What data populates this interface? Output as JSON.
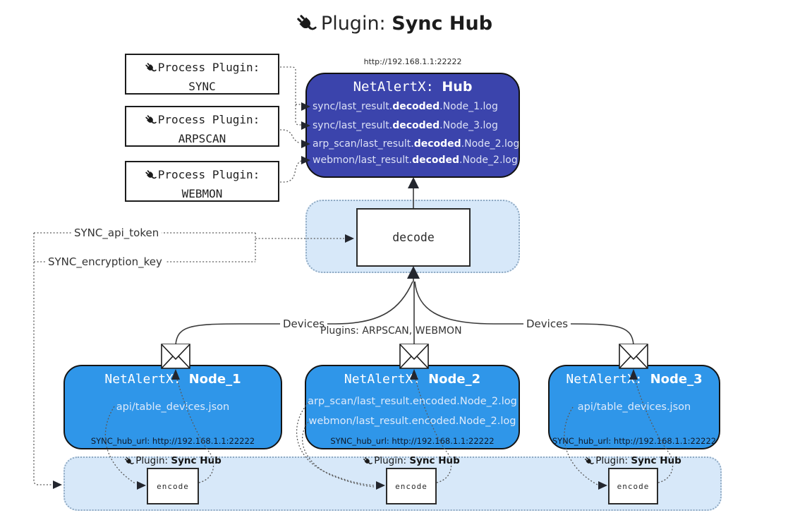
{
  "title": {
    "prefix": "Plugin:",
    "name": "Sync Hub"
  },
  "colors": {
    "hub_fill": "#3b44ac",
    "node_fill": "#2f96e9",
    "panel_fill": "#d7e8f9",
    "panel_border": "#8fa9c2",
    "line": "#3a3a3a",
    "hub_text": "#dce1f6",
    "node_text": "#ddeafb"
  },
  "process_plugins": [
    {
      "label": "Process Plugin:",
      "name": "SYNC"
    },
    {
      "label": "Process Plugin:",
      "name": "ARPSCAN"
    },
    {
      "label": "Process Plugin:",
      "name": "WEBMON"
    }
  ],
  "hub": {
    "url": "http://192.168.1.1:22222",
    "title_prefix": "NetAlertX:",
    "title_name": "Hub",
    "logs": [
      {
        "pre": "sync/last_result.",
        "mid": "decoded",
        "post": ".Node_1.log"
      },
      {
        "pre": "sync/last_result.",
        "mid": "decoded",
        "post": ".Node_3.log"
      },
      {
        "pre": "arp_scan/last_result.",
        "mid": "decoded",
        "post": ".Node_2.log"
      },
      {
        "pre": "webmon/last_result.",
        "mid": "decoded",
        "post": ".Node_2.log"
      }
    ]
  },
  "decode": {
    "label": "decode"
  },
  "flow_labels": {
    "sync_api_token": "SYNC_api_token",
    "sync_encryption_key": "SYNC_encryption_key",
    "devices_left": "Devices",
    "devices_right": "Devices",
    "plugins_mid": "Plugins: ARPSCAN, WEBMON"
  },
  "nodes": [
    {
      "title_prefix": "NetAlertX:",
      "title_name": "Node_1",
      "files": [
        "api/table_devices.json"
      ],
      "hub_url": "SYNC_hub_url: http://192.168.1.1:22222"
    },
    {
      "title_prefix": "NetAlertX:",
      "title_name": "Node_2",
      "files": [
        "arp_scan/last_result.encoded.Node_2.log",
        "webmon/last_result.encoded.Node_2.log"
      ],
      "hub_url": "SYNC_hub_url: http://192.168.1.1:22222"
    },
    {
      "title_prefix": "NetAlertX:",
      "title_name": "Node_3",
      "files": [
        "api/table_devices.json"
      ],
      "hub_url": "SYNC_hub_url: http://192.168.1.1:22222"
    }
  ],
  "sync_panel": {
    "items": [
      {
        "plugin_prefix": "Plugin:",
        "plugin_name": "Sync Hub",
        "encode_label": "encode"
      },
      {
        "plugin_prefix": "Plugin:",
        "plugin_name": "Sync Hub",
        "encode_label": "encode"
      },
      {
        "plugin_prefix": "Plugin:",
        "plugin_name": "Sync Hub",
        "encode_label": "encode"
      }
    ]
  }
}
